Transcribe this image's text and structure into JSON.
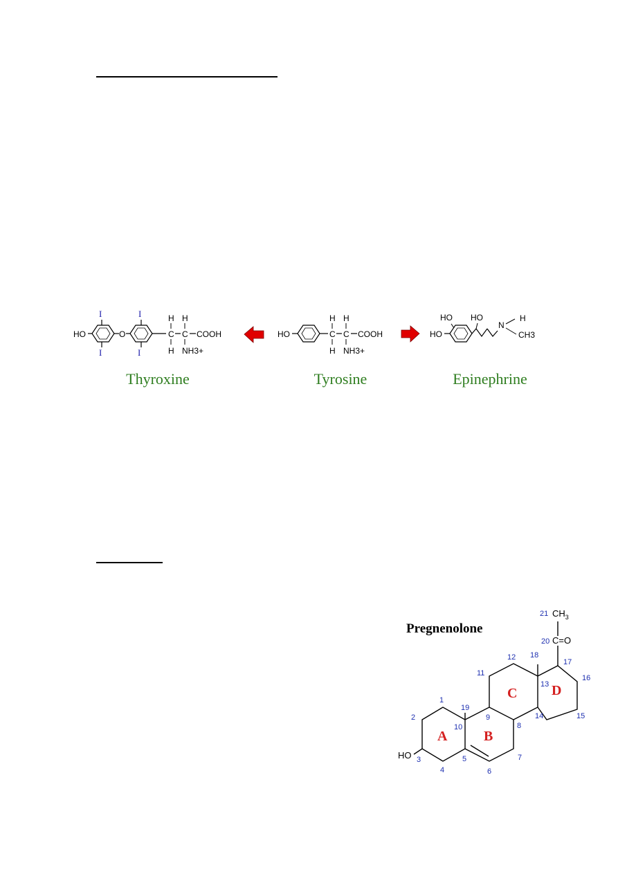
{
  "amines": {
    "thyroxine": {
      "label": "Thyroxine",
      "ho": "HO",
      "o": "O",
      "iodine": "I",
      "h": "H",
      "c": "C",
      "cooh": "COOH",
      "nh3": "NH3+"
    },
    "tyrosine": {
      "label": "Tyrosine",
      "ho": "HO",
      "h": "H",
      "c": "C",
      "cooh": "COOH",
      "nh3": "NH3+"
    },
    "epinephrine": {
      "label": "Epinephrine",
      "ho_top": "HO",
      "ho_bottom": "HO",
      "ho_chain": "HO",
      "n": "N",
      "h": "H",
      "ch3": "CH3"
    },
    "arrow_color": "#e00000"
  },
  "pregnenolone": {
    "title": "Pregnenolone",
    "rings": [
      "A",
      "B",
      "C",
      "D"
    ],
    "ho": "HO",
    "ch3": "CH",
    "ch3_sub": "3",
    "carbonyl": "C=O",
    "numbers": [
      "1",
      "2",
      "3",
      "4",
      "5",
      "6",
      "7",
      "8",
      "9",
      "10",
      "11",
      "12",
      "13",
      "14",
      "15",
      "16",
      "17",
      "18",
      "19",
      "20",
      "21"
    ],
    "number_color": "#1d2fb0",
    "ring_color": "#d42020"
  },
  "caption_color": "#2e7d1f"
}
